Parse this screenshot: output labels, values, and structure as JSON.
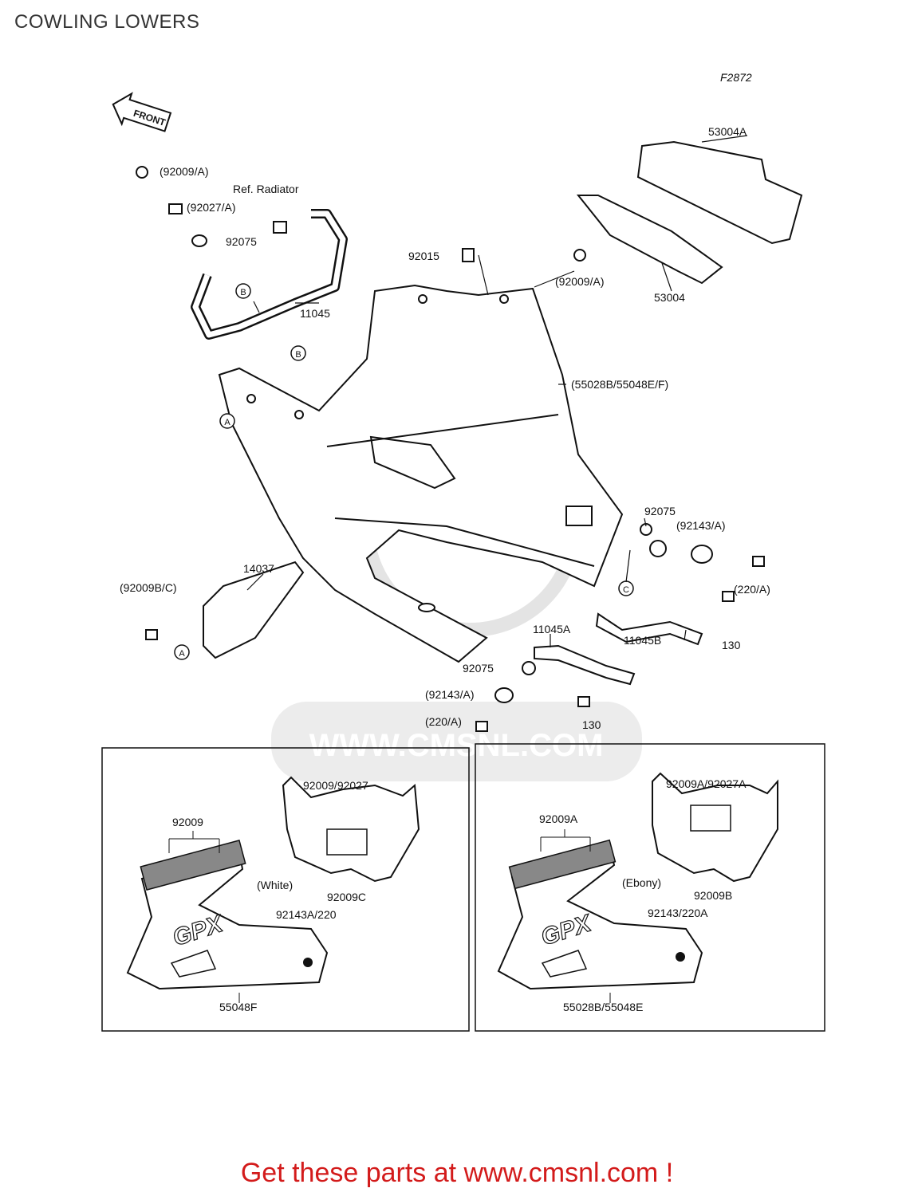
{
  "page_title": "COWLING LOWERS",
  "figure_code": "F2872",
  "front_arrow_label": "FRONT",
  "watermark": "WWW.CMSNL.COM",
  "labels": {
    "p53004A": "53004A",
    "p53004": "53004",
    "p92009A_top": "(92009/A)",
    "ref_radiator": "Ref. Radiator",
    "p92027A": "(92027/A)",
    "p92075_top": "92075",
    "p11045": "11045",
    "p92015": "92015",
    "p92009A_mid": "(92009/A)",
    "p55028B": "(55028B/55048E/F)",
    "p92075_right": "92075",
    "p92143A_right": "(92143/A)",
    "p220A_right": "(220/A)",
    "p14037": "14037",
    "p92009BC": "(92009B/C)",
    "p11045A": "11045A",
    "p11045B": "11045B",
    "p130_right": "130",
    "p92075_low": "92075",
    "p92143A_low": "(92143/A)",
    "p220A_low": "(220/A)",
    "p130_low": "130"
  },
  "callouts": {
    "a": "A",
    "b": "B",
    "c": "C"
  },
  "inset_left": {
    "p92009_92027": "92009/92027",
    "p92009": "92009",
    "white": "(White)",
    "p92009C": "92009C",
    "p92143A_220": "92143A/220",
    "p55048F": "55048F",
    "logo": "GPX"
  },
  "inset_right": {
    "p92009A_92027A": "92009A/92027A",
    "p92009A": "92009A",
    "ebony": "(Ebony)",
    "p92009B": "92009B",
    "p92143_220A": "92143/220A",
    "p55028B_55048E": "55028B/55048E",
    "logo": "GPX"
  },
  "footer": {
    "text": "Get these parts at www.cmsnl.com !",
    "color": "#d31b1b"
  }
}
